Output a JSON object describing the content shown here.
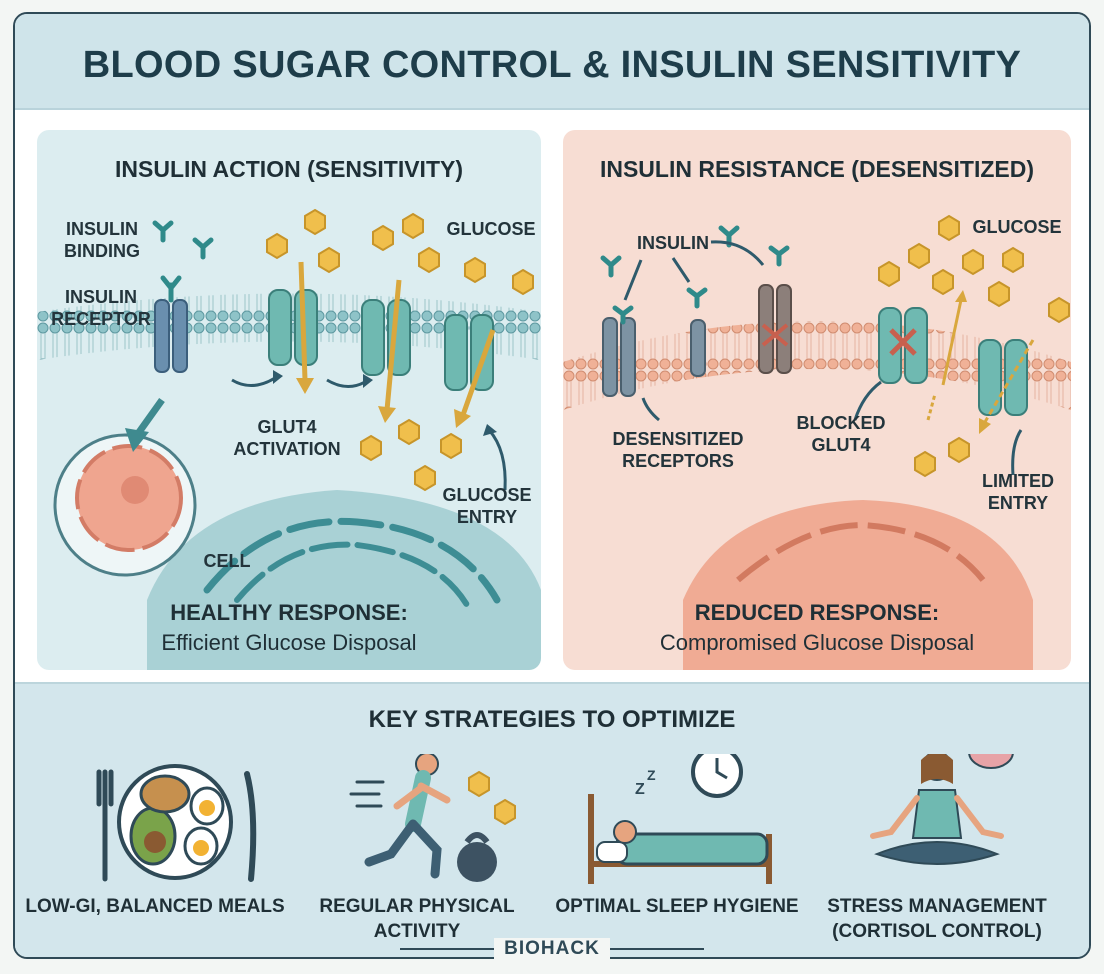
{
  "title": "BLOOD SUGAR CONTROL & INSULIN SENSITIVITY",
  "left_panel": {
    "title": "INSULIN ACTION (SENSITIVITY)",
    "labels": {
      "insulin_binding": "INSULIN BINDING",
      "insulin_receptor": "INSULIN RECEPTOR",
      "glucose": "GLUCOSE",
      "glut4_activation": "GLUT4 ACTIVATION",
      "glucose_entry": "GLUCOSE ENTRY",
      "cell": "CELL"
    },
    "response_heading": "HEALTHY RESPONSE:",
    "response_text": "Efficient Glucose Disposal"
  },
  "right_panel": {
    "title": "INSULIN RESISTANCE (DESENSITIZED)",
    "labels": {
      "insulin": "INSULIN",
      "glucose": "GLUCOSE",
      "desensitized_receptors": "DESENSITIZED RECEPTORS",
      "blocked_glut4": "BLOCKED GLUT4",
      "limited_entry": "LIMITED ENTRY"
    },
    "response_heading": "REDUCED RESPONSE:",
    "response_text": "Compromised Glucose Disposal"
  },
  "strategies": {
    "title": "KEY STRATEGIES TO OPTIMIZE",
    "items": [
      {
        "label": "LOW-GI, BALANCED MEALS",
        "icon": "meal-plate-icon"
      },
      {
        "label": "REGULAR PHYSICAL ACTIVITY",
        "icon": "runner-icon"
      },
      {
        "label": "OPTIMAL SLEEP HYGIENE",
        "icon": "sleep-bed-icon"
      },
      {
        "label": "STRESS MANAGEMENT (CORTISOL CONTROL)",
        "icon": "meditation-icon"
      }
    ]
  },
  "brand": "BIOHACK",
  "colors": {
    "sensitive_bg": "#dcedf0",
    "resistant_bg": "#f7ddd3",
    "glucose": "#f0bf4c",
    "insulin": "#2f8a8a",
    "channel": "#6fb9b1"
  }
}
